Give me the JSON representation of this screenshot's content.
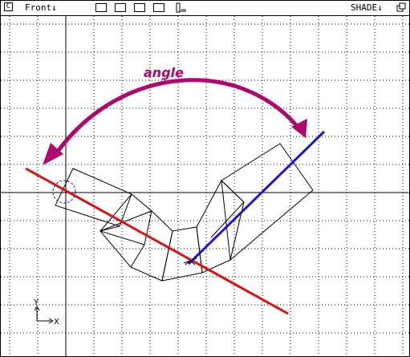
{
  "toolbar": {
    "close_symbol": "C",
    "view_menu_label": "Front↓",
    "shade_menu_label": "SHADE↓",
    "layout_buttons": [
      "single-view",
      "two-view",
      "three-view",
      "four-view"
    ]
  },
  "viewport": {
    "annotation": "angle",
    "axis_y_label": "Y",
    "axis_x_label": "X"
  },
  "colors": {
    "annotation": "#b0086e",
    "red_line": "#e01010",
    "blue_line": "#1818d8",
    "grid": "#000000"
  }
}
